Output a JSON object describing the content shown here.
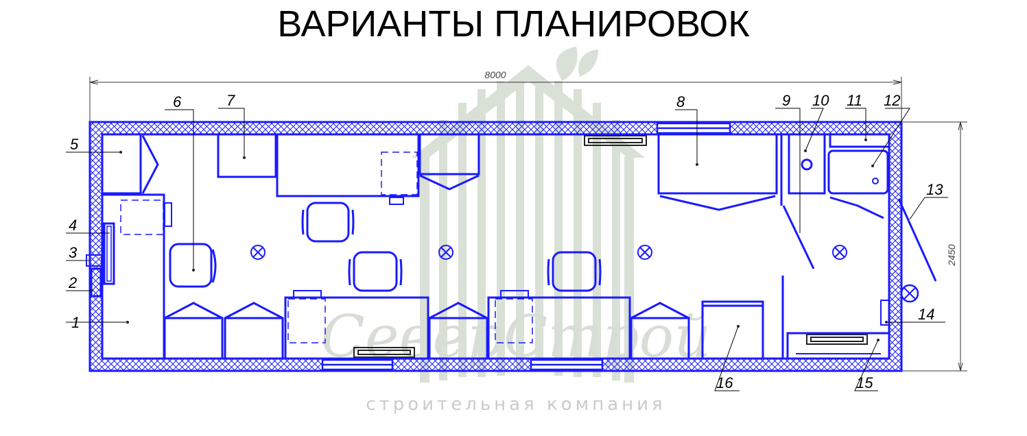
{
  "title": "ВАРИАНТЫ ПЛАНИРОВОК",
  "dimensions": {
    "length": "8000",
    "width": "2450"
  },
  "watermark": {
    "brand": "СеверСтрой",
    "subtitle": "строительная компания"
  },
  "callouts": [
    "1",
    "2",
    "3",
    "4",
    "5",
    "6",
    "7",
    "8",
    "9",
    "10",
    "11",
    "12",
    "13",
    "14",
    "15",
    "16"
  ],
  "colors": {
    "walls": "#1a1aff",
    "leader": "#000000",
    "watermark": "#c7d3c4"
  }
}
